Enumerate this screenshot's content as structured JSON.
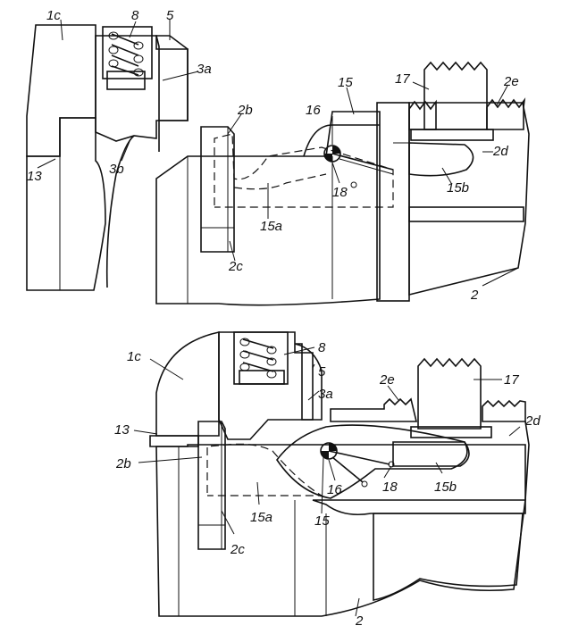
{
  "labels": {
    "top": {
      "l1c": "1c",
      "l8": "8",
      "l5": "5",
      "l3a": "3a",
      "l3b": "3b",
      "l13": "13",
      "l2b": "2b",
      "l2c": "2c",
      "l15a": "15a",
      "l16": "16",
      "l15": "15",
      "l18": "18",
      "l17": "17",
      "l2e": "2e",
      "l2d": "2d",
      "l15b": "15b",
      "l2": "2"
    },
    "bottom": {
      "l1c": "1c",
      "l8": "8",
      "l5": "5",
      "l3a": "3a",
      "l13": "13",
      "l2b": "2b",
      "l2c": "2c",
      "l15a": "15a",
      "l15": "15",
      "l16": "16",
      "l18": "18",
      "l15b": "15b",
      "l17": "17",
      "l2e": "2e",
      "l2d": "2d",
      "l2": "2"
    }
  }
}
